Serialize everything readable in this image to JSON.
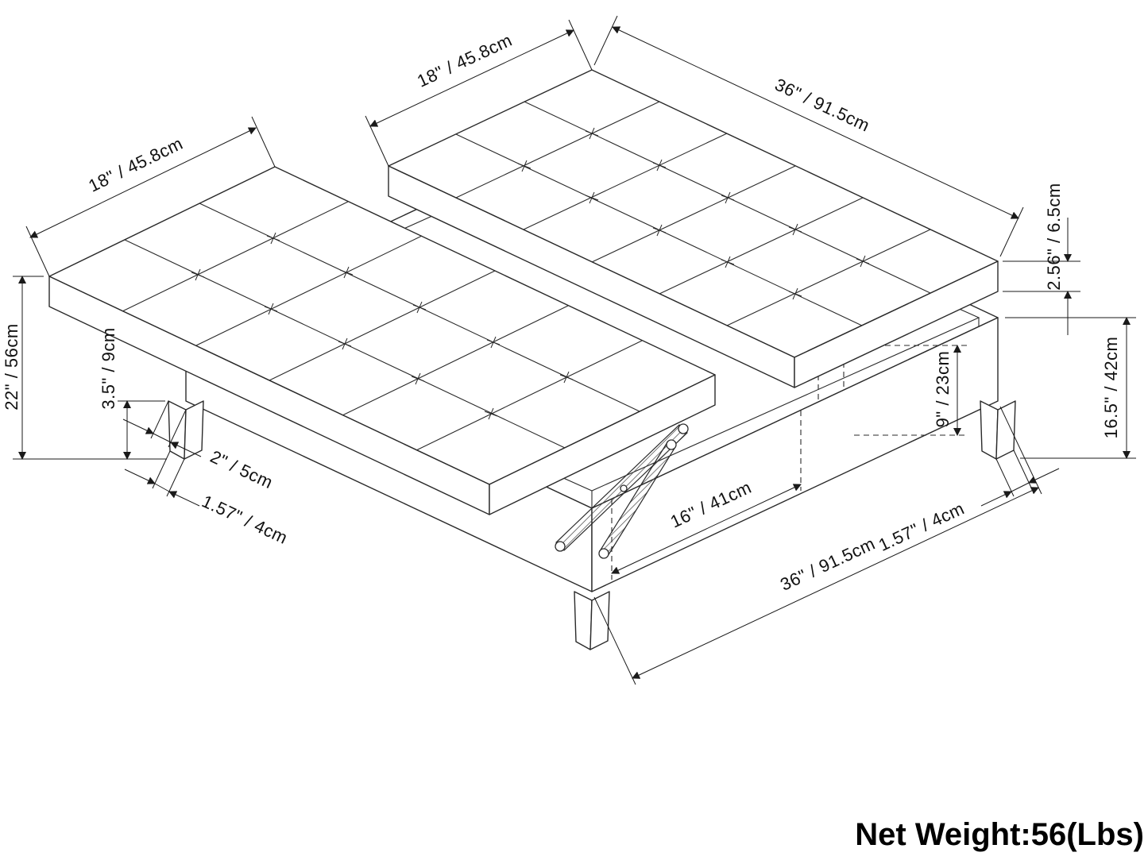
{
  "labels": {
    "dim_left_cushion_width": "18\" / 45.8cm",
    "dim_right_cushion_width": "18\" / 45.8cm",
    "dim_cushion_length_top": "36\" / 91.5cm",
    "dim_cushion_thickness": "2.56\" / 6.5cm",
    "dim_total_height": "22\" / 56cm",
    "dim_leg_height": "3.5\" / 9cm",
    "dim_storage_height": "9\" / 23cm",
    "dim_base_height": "16.5\" / 42cm",
    "dim_leg_top_width": "2\" / 5cm",
    "dim_leg_bottom_width_left": "1.57\" / 4cm",
    "dim_storage_opening": "16\" / 41cm",
    "dim_leg_bottom_width_right": "1.57\" / 4cm",
    "dim_base_length_bottom": "36\" / 91.5cm",
    "net_weight": "Net Weight:56(Lbs)"
  }
}
